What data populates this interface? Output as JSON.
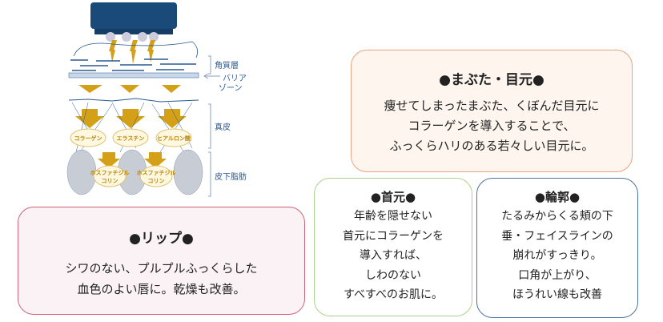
{
  "diagram": {
    "labels": {
      "stratum_corneum": "角質層",
      "barrier_zone_1": "バリア",
      "barrier_zone_2": "ゾーン",
      "dermis": "真皮",
      "subcutaneous_fat": "皮下脂肪"
    },
    "components": [
      "コラーゲン",
      "エラスチン",
      "ヒアルロン酸"
    ],
    "fat_components": [
      [
        "ホスファチジル",
        "コリン"
      ],
      [
        "ホスファチジル",
        "コリン"
      ]
    ],
    "colors": {
      "device": "#1a4a7a",
      "arrow": "#d4a017",
      "line": "#2a5a90"
    }
  },
  "eye": {
    "title": "●まぶた・目元●",
    "lines": [
      "痩せてしまったまぶた、くぼんだ目元に",
      "コラーゲンを導入することで、",
      "ふっくらハリのある若々しい目元に。"
    ]
  },
  "lip": {
    "title": "●リップ●",
    "lines": [
      "シワのない、プルプルふっくらした",
      "血色のよい唇に。乾燥も改善。"
    ]
  },
  "neck": {
    "title": "●首元●",
    "lines": [
      "年齢を隠せない",
      "首元にコラーゲンを",
      "導入すれば、",
      "しわのない",
      "すべすべのお肌に。"
    ]
  },
  "contour": {
    "title": "●輪郭●",
    "lines": [
      "たるみからくる頬の下",
      "垂・フェイスラインの",
      "崩れがすっきり。",
      "口角が上がり、",
      "ほうれい線も改善"
    ]
  }
}
